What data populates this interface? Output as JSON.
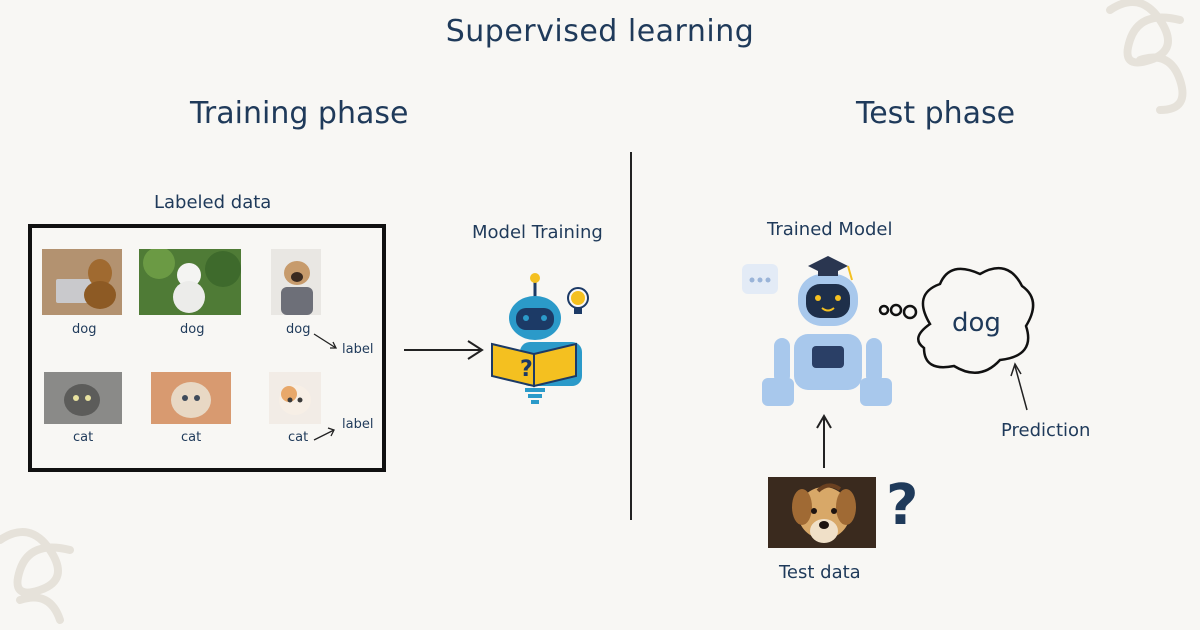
{
  "title": "Supervised learning",
  "training": {
    "heading": "Training phase",
    "labeled_data": "Labeled data",
    "model_training": "Model Training",
    "images": [
      {
        "caption": "dog",
        "icon": "dog-laptop-photo"
      },
      {
        "caption": "dog",
        "icon": "white-dog-photo"
      },
      {
        "caption": "dog",
        "icon": "pug-sweater-photo"
      },
      {
        "caption": "cat",
        "icon": "gray-cat-photo"
      },
      {
        "caption": "cat",
        "icon": "fluffy-cat-photo"
      },
      {
        "caption": "cat",
        "icon": "kitten-photo"
      }
    ],
    "label_text_1": "label",
    "label_text_2": "label"
  },
  "test": {
    "heading": "Test phase",
    "trained_model": "Trained Model",
    "prediction_value": "dog",
    "prediction_label": "Prediction",
    "test_data": "Test data",
    "question_mark": "?"
  },
  "colors": {
    "text": "#1f3a5a",
    "robot_teal": "#2b9ac9",
    "robot_light": "#a8c8ec",
    "book_yellow": "#f4c020",
    "background": "#f8f7f4"
  }
}
